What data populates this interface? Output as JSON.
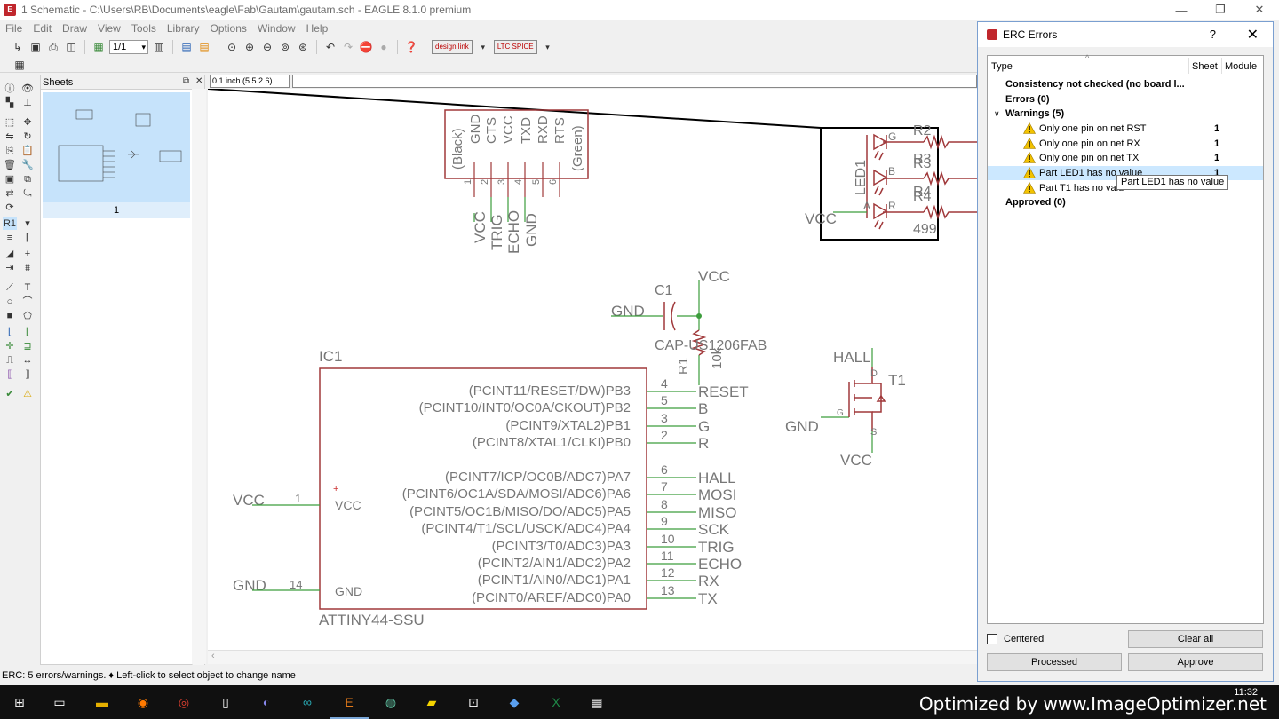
{
  "window": {
    "title": "1 Schematic - C:\\Users\\RB\\Documents\\eagle\\Fab\\Gautam\\gautam.sch - EAGLE 8.1.0 premium",
    "minimize": "—",
    "maximize": "❐",
    "close": "✕"
  },
  "menu": [
    "File",
    "Edit",
    "Draw",
    "View",
    "Tools",
    "Library",
    "Options",
    "Window",
    "Help"
  ],
  "toolbar": {
    "sheet_select": "1/1",
    "designlink_label": "design link",
    "ltspice_label": "LTC SPICE"
  },
  "sheets_panel": {
    "title": "Sheets",
    "sheet_number": "1"
  },
  "coord_display": "0.1 inch (5.5 2.6)",
  "status": "ERC: 5 errors/warnings. ♦ Left-click to select object to change name",
  "schematic": {
    "header_pins": [
      "(Black)",
      "GND",
      "CTS",
      "VCC",
      "TXD",
      "RXD",
      "RTS",
      "(Green)"
    ],
    "header_pin_numbers": [
      "1",
      "2",
      "3",
      "4",
      "5",
      "6"
    ],
    "header_nets": [
      "VCC",
      "TRIG",
      "ECHO",
      "GND"
    ],
    "led_box": {
      "resistors": [
        "R2",
        "R3",
        "R4"
      ],
      "overlap_labels": [
        "R3",
        "R4"
      ],
      "led_part": "LED1",
      "pin_labels": [
        "G",
        "B",
        "R",
        "A"
      ],
      "value": "499",
      "vcc_label": "VCC"
    },
    "cap": {
      "name": "C1",
      "package": "CAP-US1206FAB",
      "gnd": "GND",
      "vcc": "VCC"
    },
    "resistor": {
      "name": "R1",
      "value": "10k"
    },
    "ic": {
      "name": "IC1",
      "part": "ATTINY44-SSU",
      "vcc_net": "VCC",
      "gnd_net": "GND",
      "vcc_pin": "1",
      "gnd_pin": "14",
      "vcc_inner": "VCC",
      "gnd_inner": "GND",
      "right_pins": [
        {
          "label": "(PCINT11/RESET/DW)PB3",
          "num": "4",
          "net": "RESET"
        },
        {
          "label": "(PCINT10/INT0/OC0A/CKOUT)PB2",
          "num": "5",
          "net": "B"
        },
        {
          "label": "(PCINT9/XTAL2)PB1",
          "num": "3",
          "net": "G"
        },
        {
          "label": "(PCINT8/XTAL1/CLKI)PB0",
          "num": "2",
          "net": "R"
        },
        {
          "label": "(PCINT7/ICP/OC0B/ADC7)PA7",
          "num": "6",
          "net": "HALL"
        },
        {
          "label": "(PCINT6/OC1A/SDA/MOSI/ADC6)PA6",
          "num": "7",
          "net": "MOSI"
        },
        {
          "label": "(PCINT5/OC1B/MISO/DO/ADC5)PA5",
          "num": "8",
          "net": "MISO"
        },
        {
          "label": "(PCINT4/T1/SCL/USCK/ADC4)PA4",
          "num": "9",
          "net": "SCK"
        },
        {
          "label": "(PCINT3/T0/ADC3)PA3",
          "num": "10",
          "net": "TRIG"
        },
        {
          "label": "(PCINT2/AIN1/ADC2)PA2",
          "num": "11",
          "net": "ECHO"
        },
        {
          "label": "(PCINT1/AIN0/ADC1)PA1",
          "num": "12",
          "net": "RX"
        },
        {
          "label": "(PCINT0/AREF/ADC0)PA0",
          "num": "13",
          "net": "TX"
        }
      ]
    },
    "transistor": {
      "name": "T1",
      "hall": "HALL",
      "gnd": "GND",
      "vcc": "VCC",
      "g": "G",
      "d": "D",
      "s": "S"
    }
  },
  "erc_dialog": {
    "title": "ERC Errors",
    "help": "?",
    "close": "✕",
    "col_type": "Type",
    "col_sheet": "Sheet",
    "col_module": "Module",
    "consistency": "Consistency not checked (no board l...",
    "errors": "Errors (0)",
    "warnings_label": "Warnings (5)",
    "warnings": [
      {
        "text": "Only one pin on net RST",
        "sheet": "1"
      },
      {
        "text": "Only one pin on net RX",
        "sheet": "1"
      },
      {
        "text": "Only one pin on net TX",
        "sheet": "1"
      },
      {
        "text": "Part LED1 has no value",
        "sheet": "1"
      },
      {
        "text": "Part T1 has no valu",
        "sheet": ""
      }
    ],
    "approved": "Approved (0)",
    "tooltip": "Part LED1 has no value",
    "centered": "Centered",
    "clear_all": "Clear all",
    "processed": "Processed",
    "approve": "Approve"
  },
  "taskbar": {
    "watermark": "Optimized by www.ImageOptimizer.net",
    "clock": "11:32"
  },
  "colors": {
    "symbol": "#a0383a",
    "wire": "#3c9d3c",
    "selection": "#cce8ff",
    "warning": "#f2c200"
  }
}
